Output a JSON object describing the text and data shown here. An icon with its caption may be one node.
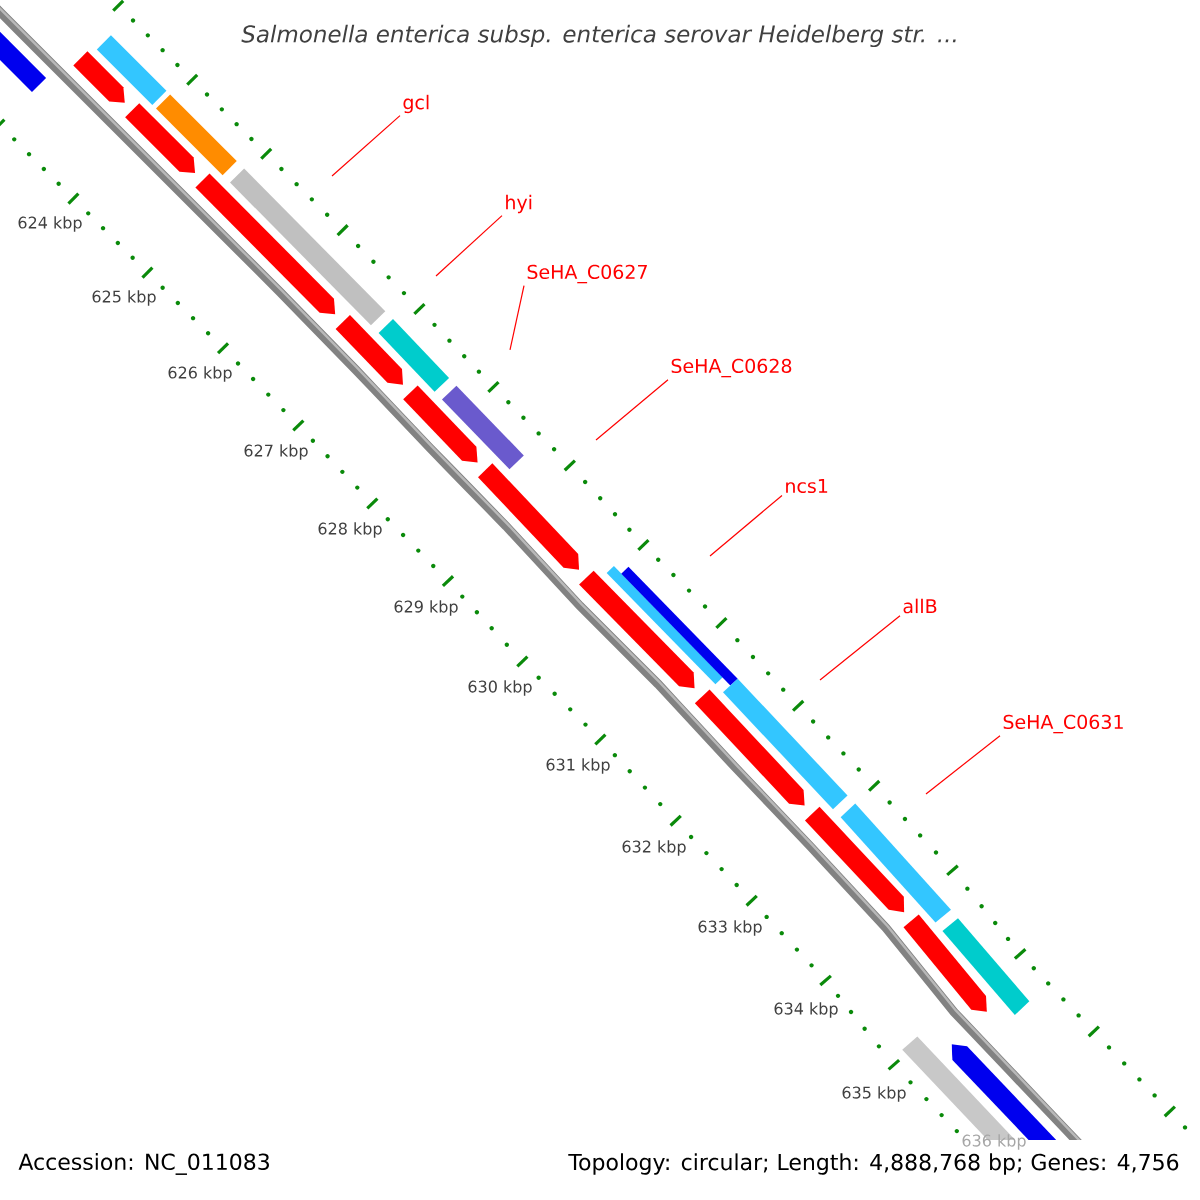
{
  "diagram": {
    "title": "Salmonella enterica subsp. enterica serovar Heidelberg str. ...",
    "nodes": [
      {
        "text": [
          "gcl"
        ]
      },
      {
        "text": [
          "hyi"
        ]
      },
      {
        "text": [
          "SeHA_C0627"
        ]
      },
      {
        "text": [
          "SeHA_C0628"
        ]
      },
      {
        "text": [
          "ncs1"
        ]
      },
      {
        "text": [
          "allB"
        ]
      },
      {
        "text": [
          "SeHA_C0631"
        ]
      }
    ],
    "edges": [
      {
        "from": 0,
        "to": null,
        "arrow": "none"
      },
      {
        "from": 1,
        "to": null,
        "arrow": "none"
      },
      {
        "from": 2,
        "to": null,
        "arrow": "none"
      },
      {
        "from": 3,
        "to": null,
        "arrow": "none"
      },
      {
        "from": 4,
        "to": null,
        "arrow": "none"
      },
      {
        "from": 5,
        "to": null,
        "arrow": "none"
      },
      {
        "from": 6,
        "to": null,
        "arrow": "none"
      }
    ],
    "labels": [
      "624 kbp",
      "625 kbp",
      "626 kbp",
      "627 kbp",
      "628 kbp",
      "629 kbp",
      "630 kbp",
      "631 kbp",
      "632 kbp",
      "633 kbp",
      "634 kbp",
      "635 kbp",
      "636 kbp",
      "Accession: NC_011083",
      "Topology: circular; Length: 4,888,768 bp; Genes: 4,756"
    ]
  }
}
